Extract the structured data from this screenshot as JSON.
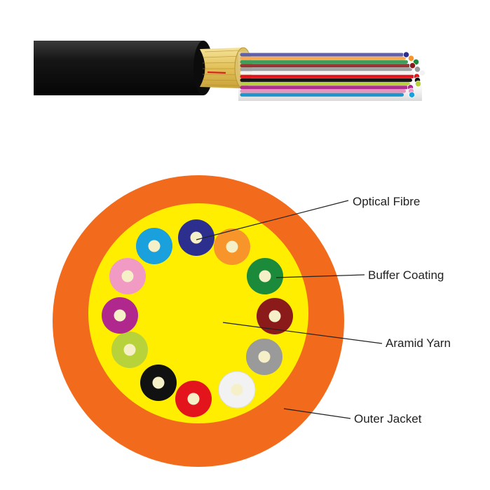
{
  "labels": {
    "optical_fibre": "Optical Fibre",
    "buffer_coating": "Buffer Coating",
    "aramid_yarn": "Aramid Yarn",
    "outer_jacket": "Outer Jacket"
  },
  "colors": {
    "outer_jacket": "#f26a1b",
    "aramid_yarn": "#ffee00",
    "jacket_black": "#111111",
    "yarn_gold": "#e8c95a",
    "fiber_core": "#f6f0c8",
    "leader_line": "#222222"
  },
  "fibers": [
    {
      "color_name": "blue",
      "color": "#2d2f8f"
    },
    {
      "color_name": "orange",
      "color": "#f7942a"
    },
    {
      "color_name": "green",
      "color": "#1b8a3a"
    },
    {
      "color_name": "brown",
      "color": "#8b1a1a"
    },
    {
      "color_name": "slate",
      "color": "#9a9a9a"
    },
    {
      "color_name": "white",
      "color": "#f2f2f2"
    },
    {
      "color_name": "red",
      "color": "#e3141c"
    },
    {
      "color_name": "black",
      "color": "#111111"
    },
    {
      "color_name": "yellow-green",
      "color": "#b7d23a"
    },
    {
      "color_name": "violet",
      "color": "#b0288e"
    },
    {
      "color_name": "rose",
      "color": "#f09ac4"
    },
    {
      "color_name": "aqua",
      "color": "#1aa0dc"
    }
  ]
}
